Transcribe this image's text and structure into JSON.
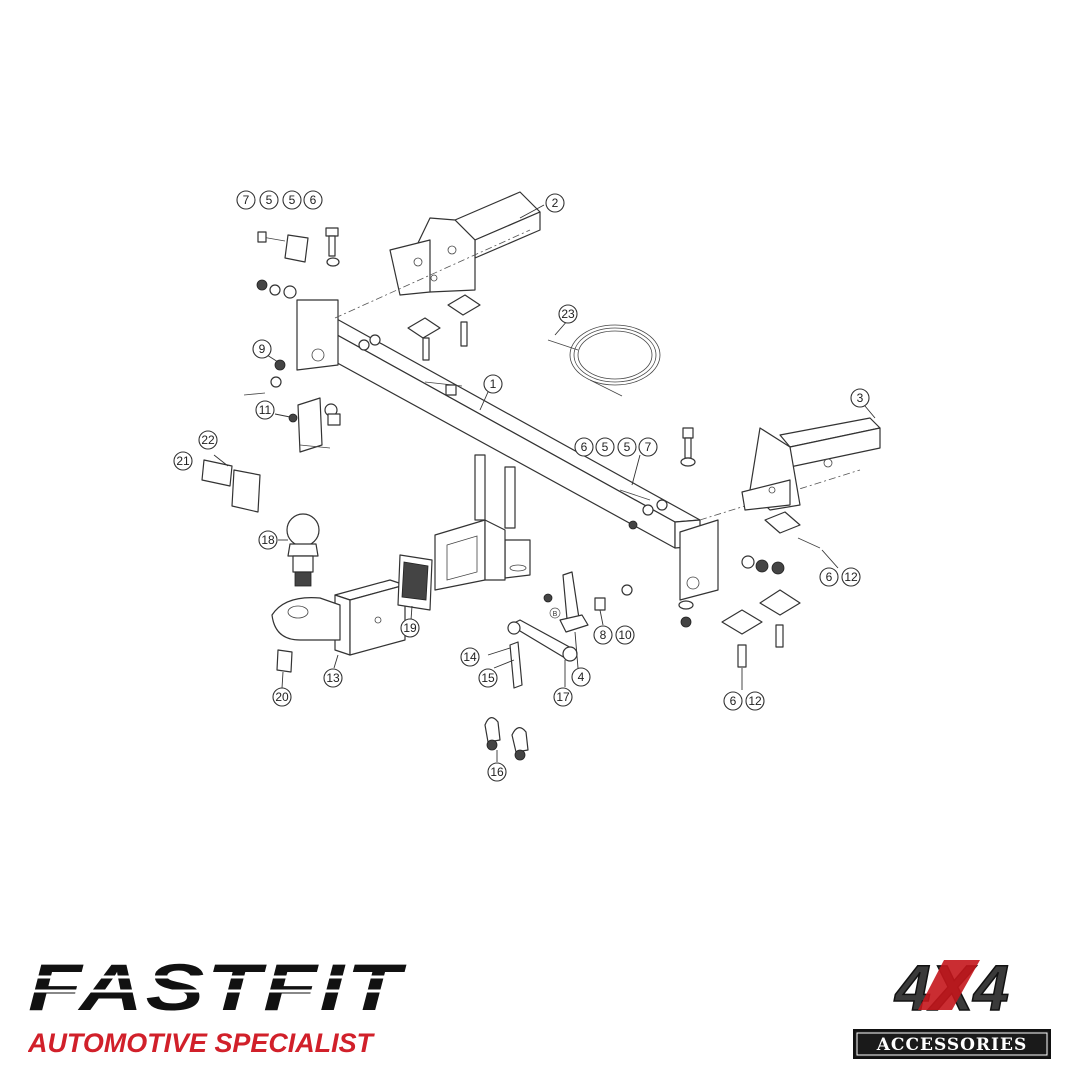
{
  "diagram": {
    "callouts": [
      {
        "id": "c7a",
        "label": "7"
      },
      {
        "id": "c5a",
        "label": "5"
      },
      {
        "id": "c5b",
        "label": "5"
      },
      {
        "id": "c6a",
        "label": "6"
      },
      {
        "id": "c2",
        "label": "2"
      },
      {
        "id": "c23",
        "label": "23"
      },
      {
        "id": "c9",
        "label": "9"
      },
      {
        "id": "c1",
        "label": "1"
      },
      {
        "id": "c3",
        "label": "3"
      },
      {
        "id": "c11",
        "label": "11"
      },
      {
        "id": "c6b",
        "label": "6"
      },
      {
        "id": "c5c",
        "label": "5"
      },
      {
        "id": "c5d",
        "label": "5"
      },
      {
        "id": "c7b",
        "label": "7"
      },
      {
        "id": "c22",
        "label": "22"
      },
      {
        "id": "c21",
        "label": "21"
      },
      {
        "id": "c18",
        "label": "18"
      },
      {
        "id": "c6c",
        "label": "6"
      },
      {
        "id": "c12a",
        "label": "12"
      },
      {
        "id": "c19",
        "label": "19"
      },
      {
        "id": "c8",
        "label": "8"
      },
      {
        "id": "c10",
        "label": "10"
      },
      {
        "id": "c14",
        "label": "14"
      },
      {
        "id": "c15",
        "label": "15"
      },
      {
        "id": "c4",
        "label": "4"
      },
      {
        "id": "c17",
        "label": "17"
      },
      {
        "id": "c13",
        "label": "13"
      },
      {
        "id": "c20",
        "label": "20"
      },
      {
        "id": "c6d",
        "label": "6"
      },
      {
        "id": "c12b",
        "label": "12"
      },
      {
        "id": "c16",
        "label": "16"
      }
    ],
    "small_label": "B"
  },
  "brand_left": {
    "name": "FASTFIT",
    "tagline": "AUTOMOTIVE SPECIALIST",
    "accent": "#d1202a"
  },
  "brand_right": {
    "mark": "4X4",
    "label": "ACCESSORIES",
    "accent": "#c4161c"
  }
}
